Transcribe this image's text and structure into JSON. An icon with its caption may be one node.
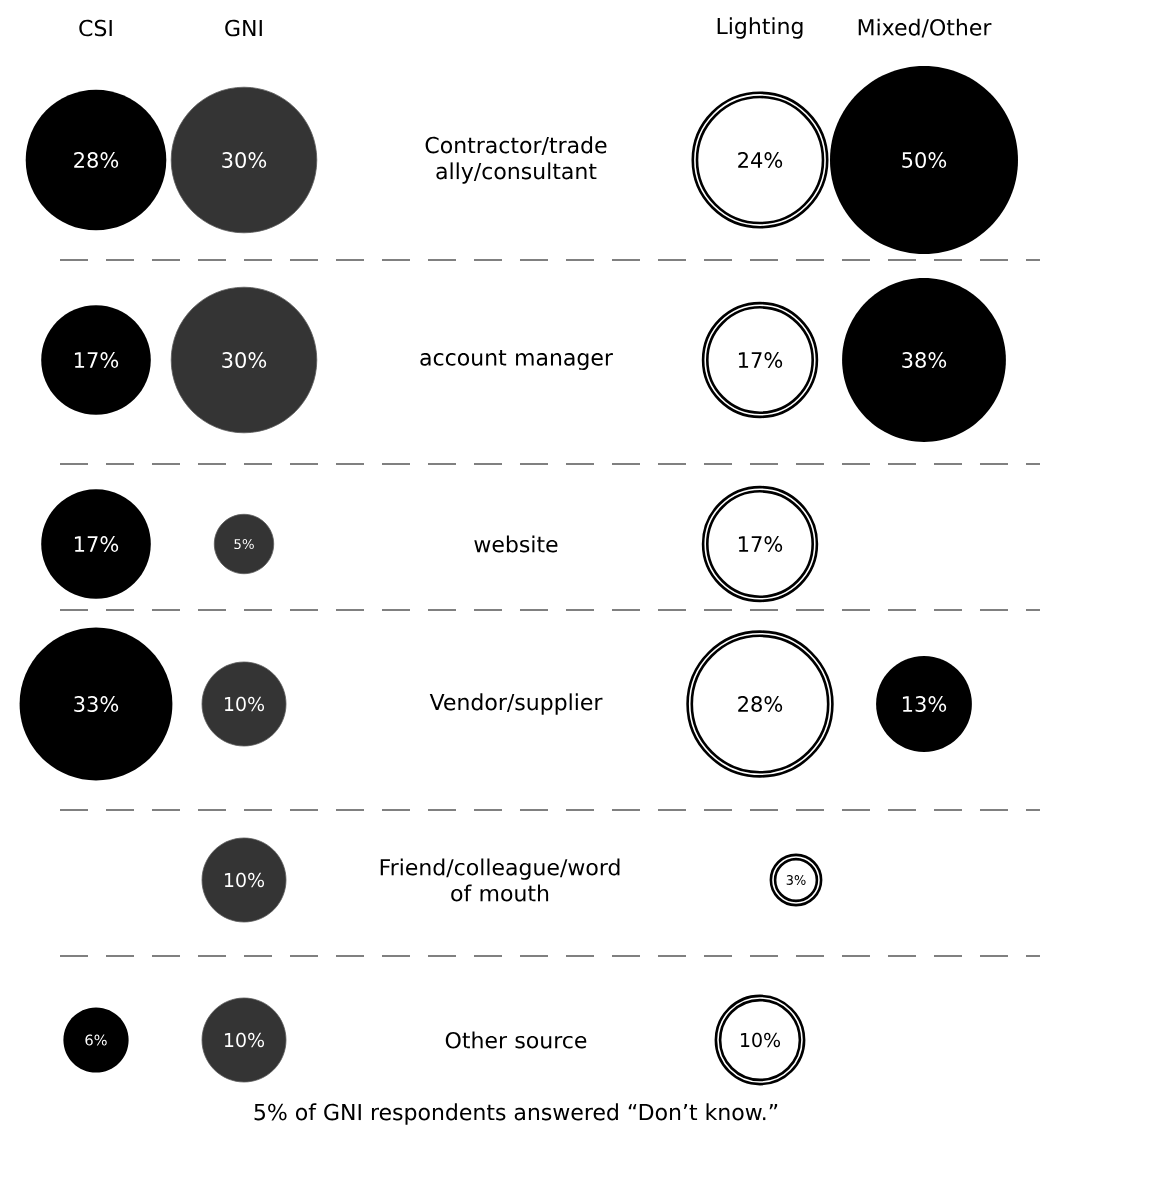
{
  "diagram": {
    "nodes": [
      {
        "text": [
          "28%"
        ]
      },
      {
        "text": [
          "30%"
        ]
      },
      {
        "text": [
          "24%"
        ]
      },
      {
        "text": [
          "50%"
        ]
      },
      {
        "text": [
          "17%"
        ]
      },
      {
        "text": [
          "30%"
        ]
      },
      {
        "text": [
          "17%"
        ]
      },
      {
        "text": [
          "38%"
        ]
      },
      {
        "text": [
          "17%"
        ]
      },
      {
        "text": [
          "5%"
        ]
      },
      {
        "text": [
          "17%"
        ]
      },
      {
        "text": [
          "33%"
        ]
      },
      {
        "text": [
          "10%"
        ]
      },
      {
        "text": [
          "28%"
        ]
      },
      {
        "text": [
          "13%"
        ]
      },
      {
        "text": [
          "10%"
        ]
      },
      {
        "text": [
          "3%"
        ]
      },
      {
        "text": [
          "6%"
        ]
      },
      {
        "text": [
          "10%"
        ]
      },
      {
        "text": [
          "10%"
        ]
      }
    ],
    "labels": [
      "CSI",
      "GNI",
      "Lighting",
      "Mixed/Other",
      "Contractor/trade ally/consultant",
      "account manager",
      "website",
      "Vendor/supplier",
      "Friend/colleague/word of mouth",
      "Other source",
      "5% of GNI respondents answered “Don’t know.”"
    ]
  }
}
